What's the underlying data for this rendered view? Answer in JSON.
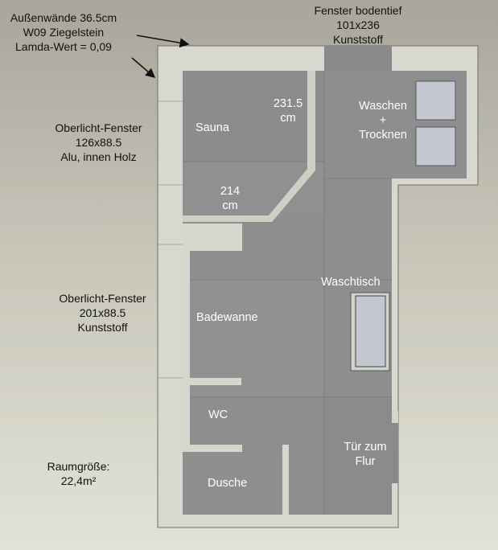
{
  "labels": {
    "outer_walls": [
      "Außenwände 36.5cm",
      "W09 Ziegelstein",
      "Lamda-Wert = 0,09"
    ],
    "window_top": [
      "Fenster bodentief",
      "101x236",
      "Kunststoff"
    ],
    "skylight_1": [
      "Oberlicht-Fenster",
      "126x88.5",
      "Alu, innen Holz"
    ],
    "skylight_2": [
      "Oberlicht-Fenster",
      "201x88.5",
      "Kunststoff"
    ],
    "room_size": [
      "Raumgröße:",
      "22,4m²"
    ]
  },
  "rooms": {
    "sauna": "Sauna",
    "dim_1": [
      "231.5",
      "cm"
    ],
    "wash_dry": [
      "Waschen",
      "+",
      "Trocknen"
    ],
    "dim_2": [
      "214",
      "cm"
    ],
    "waschtisch": "Waschtisch",
    "badewanne": "Badewanne",
    "wc": "WC",
    "door": [
      "Tür zum",
      "Flur"
    ],
    "dusche": "Dusche"
  },
  "colors": {
    "wall": "#d8d8cf",
    "wall_dark": "#c6c6bd",
    "floor": "#8c8c8c",
    "floor_alt": "#929292",
    "fixture": "#c3c8d0",
    "window_strip": "#8a8a8a",
    "text_room": "#ffffff",
    "text_label": "#111111"
  }
}
